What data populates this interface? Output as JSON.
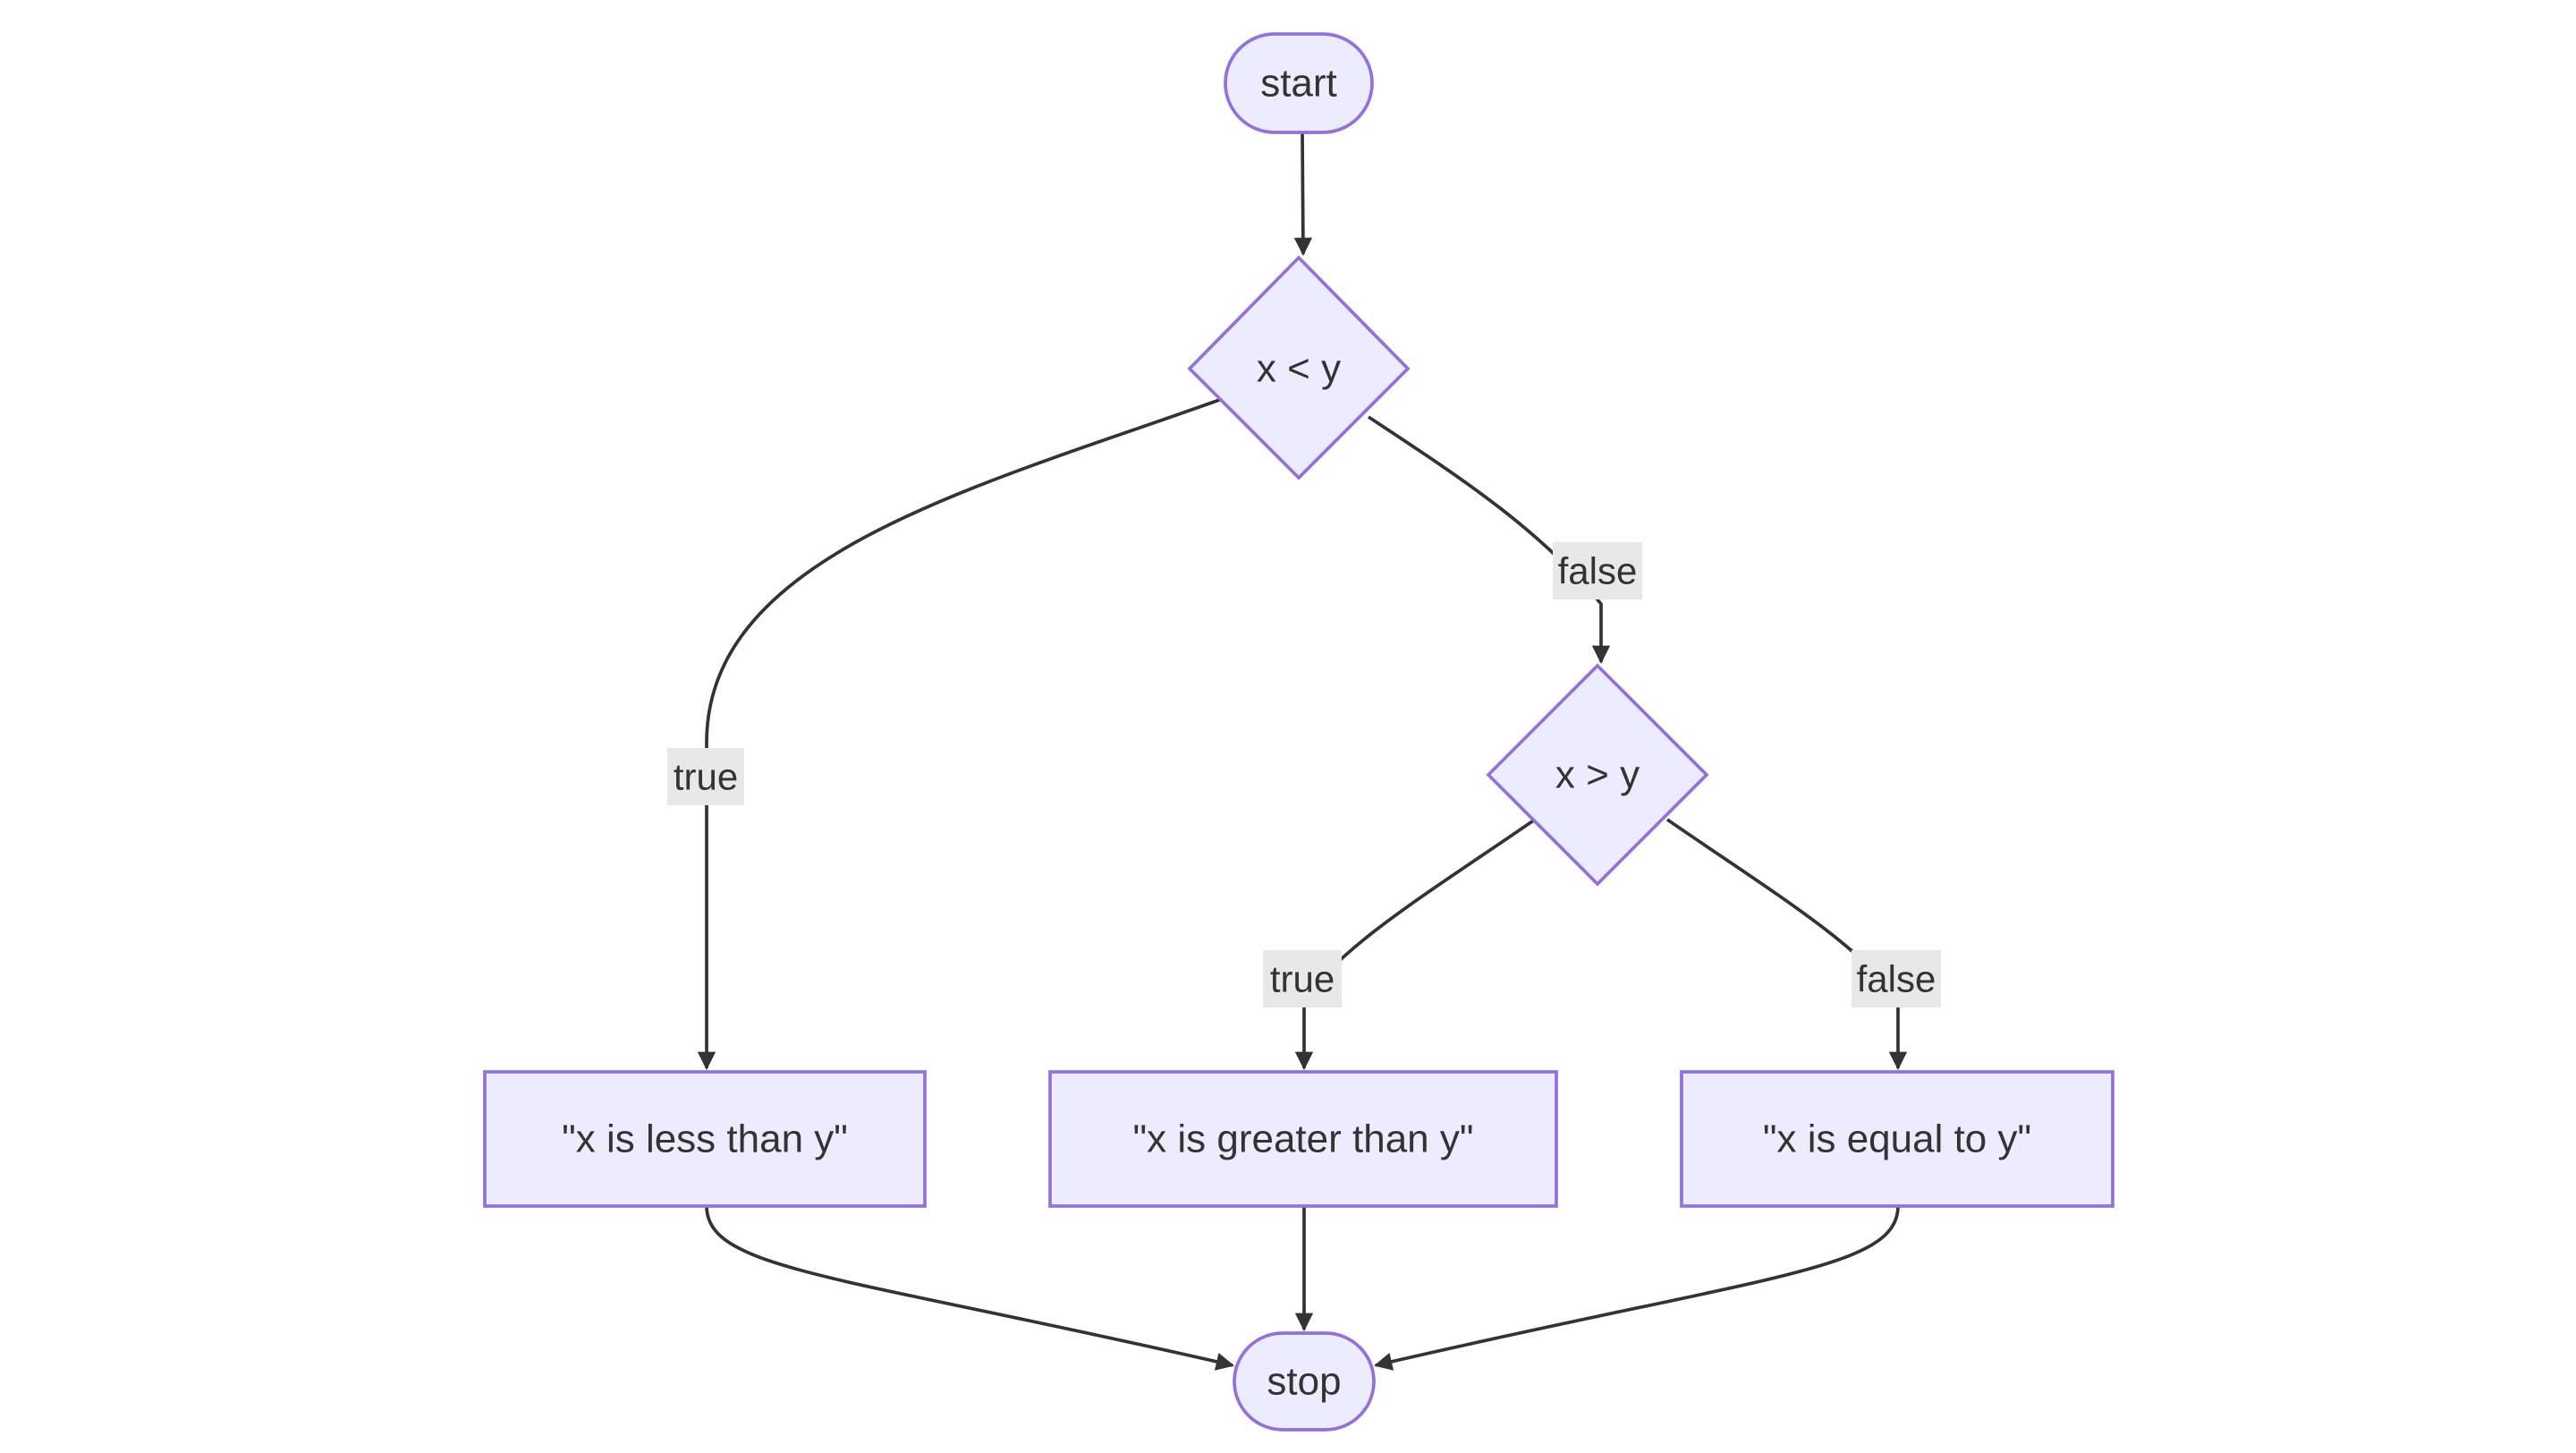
{
  "diagram": {
    "nodes": {
      "start": "start",
      "cond1": "x < y",
      "cond2": "x > y",
      "less": "\"x is less than y\"",
      "greater": "\"x is greater than y\"",
      "equal": "\"x is equal to y\"",
      "stop": "stop"
    },
    "edges": {
      "cond1_true": "true",
      "cond1_false": "false",
      "cond2_true": "true",
      "cond2_false": "false"
    },
    "colors": {
      "node_fill": "#ECECFF",
      "node_stroke": "#9370DB",
      "edge": "#333333",
      "label_background": "#E8E8E8"
    }
  }
}
